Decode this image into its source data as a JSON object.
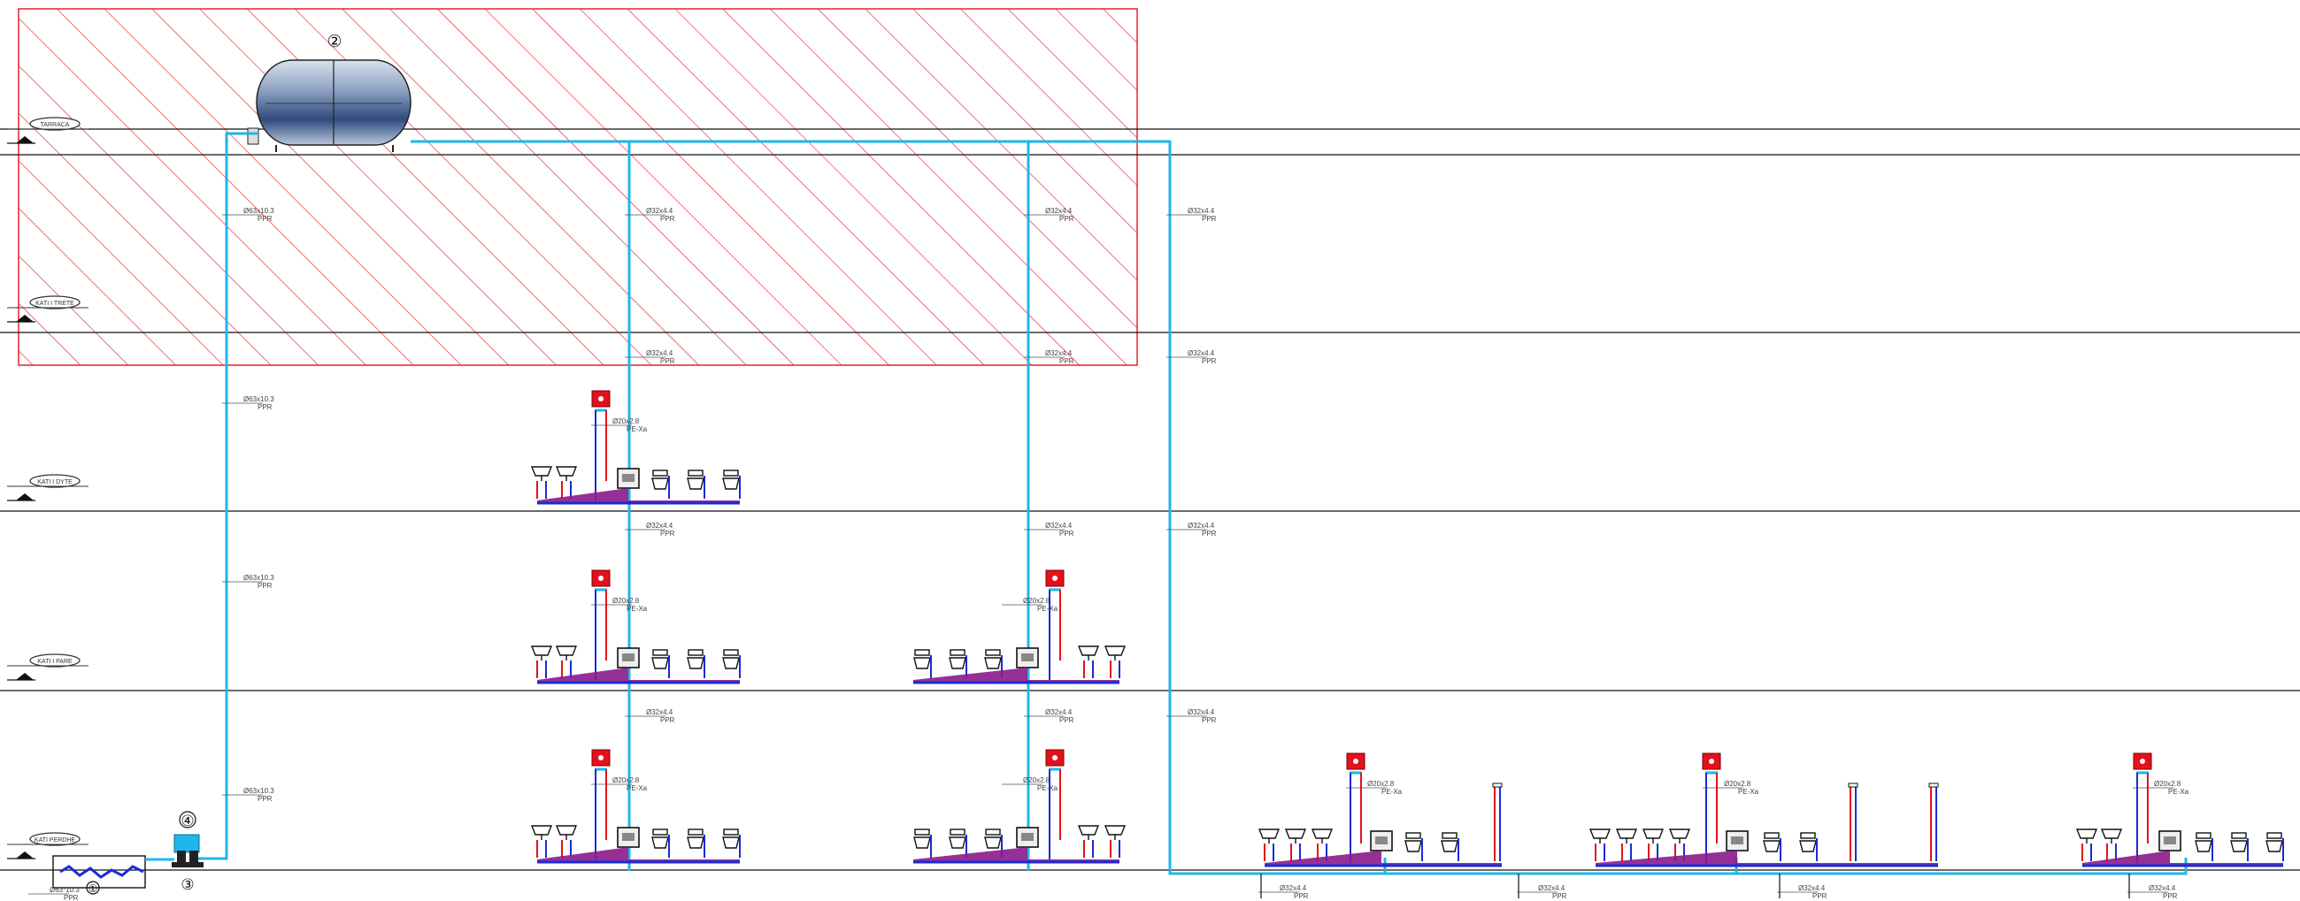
{
  "colors": {
    "supply": "#1fb6ea",
    "cold": "#1a2bd6",
    "hot": "#e3101b",
    "mixed": "#8a1a8c",
    "hatch": "#e8222a",
    "floor": "#111111",
    "heater": "#e5101d"
  },
  "levels": [
    {
      "label": "TARRACA"
    },
    {
      "label": "KATI I TRETE"
    },
    {
      "label": "KATI I DYTE"
    },
    {
      "label": "KATI I PARE"
    },
    {
      "label": "KATI PERDHE"
    }
  ],
  "markers": [
    "②",
    "④",
    "③",
    "①"
  ],
  "pipes": {
    "main": {
      "size": "Ø63x10.3",
      "material": "PPR"
    },
    "riser": {
      "size": "Ø32x4.4",
      "material": "PPR"
    },
    "branch": {
      "size": "Ø20x2.8",
      "material": "PE-Xa"
    },
    "pump": {
      "size": "Ø63*10.3",
      "material": "PPR"
    }
  },
  "icons": [
    "water-tank-icon",
    "booster-pump-icon",
    "ground-tank-icon",
    "water-heater-icon",
    "wc-icon",
    "washbasin-icon",
    "manifold-icon",
    "level-marker-icon"
  ]
}
